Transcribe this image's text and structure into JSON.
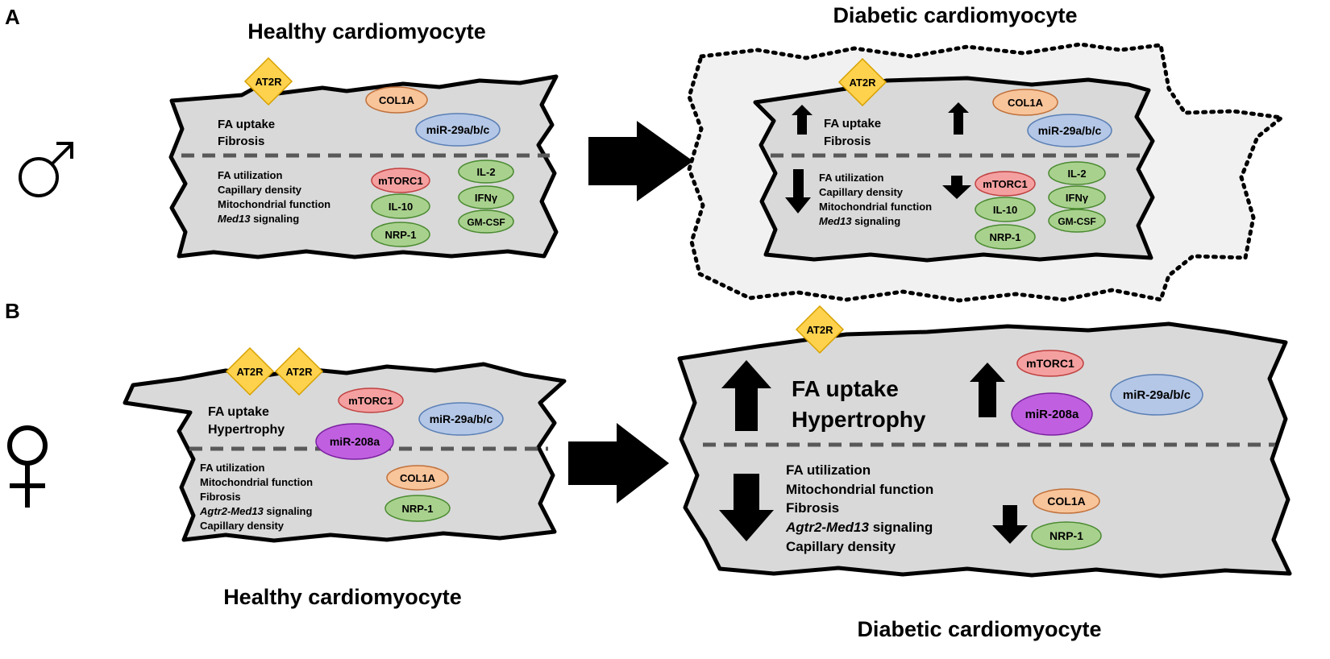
{
  "panels": {
    "a_letter": "A",
    "b_letter": "B",
    "male_symbol": "♂",
    "female_symbol": "♀"
  },
  "titles": {
    "a_healthy": "Healthy cardiomyocyte",
    "a_diabetic": "Diabetic cardiomyocyte",
    "b_healthy": "Healthy cardiomyocyte",
    "b_diabetic": "Diabetic cardiomyocyte"
  },
  "receptor": "AT2R",
  "male_healthy": {
    "upper": [
      "FA uptake",
      "Fibrosis"
    ],
    "lower": [
      "FA utilization",
      "Capillary density",
      "Mitochondrial function"
    ],
    "med13_italic": "Med13",
    "signaling": " signaling"
  },
  "male_diabetic": {
    "upper": [
      "FA uptake",
      "Fibrosis"
    ],
    "lower": [
      "FA utilization",
      "Capillary density",
      "Mitochondrial function"
    ],
    "med13_italic": "Med13",
    "signaling": " signaling"
  },
  "female_healthy": {
    "upper": [
      "FA uptake",
      "Hypertrophy"
    ],
    "lower": [
      "FA utilization",
      "Mitochondrial function",
      "Fibrosis"
    ],
    "agtr_italic": "Agtr2-Med13",
    "signaling": " signaling",
    "last": "Capillary density"
  },
  "female_diabetic": {
    "upper": [
      "FA uptake",
      "Hypertrophy"
    ],
    "lower": [
      "FA utilization",
      "Mitochondrial function",
      "Fibrosis"
    ],
    "agtr_italic": "Agtr2-Med13",
    "signaling": " signaling",
    "last": "Capillary density"
  },
  "molecules": {
    "col1a": "COL1A",
    "mir29": "miR-29a/b/c",
    "mtorc1": "mTORC1",
    "il2": "IL-2",
    "ifng": "IFNγ",
    "il10": "IL-10",
    "gmcsf": "GM-CSF",
    "nrp1": "NRP-1",
    "mir208a": "miR-208a"
  },
  "colors": {
    "orange": "#f8c49a",
    "blue": "#b4c7e7",
    "red": "#f4a0a0",
    "green": "#a9d18e",
    "purple": "#c060e0",
    "cell": "#d9d9d9",
    "diamond": "#ffd24d"
  }
}
